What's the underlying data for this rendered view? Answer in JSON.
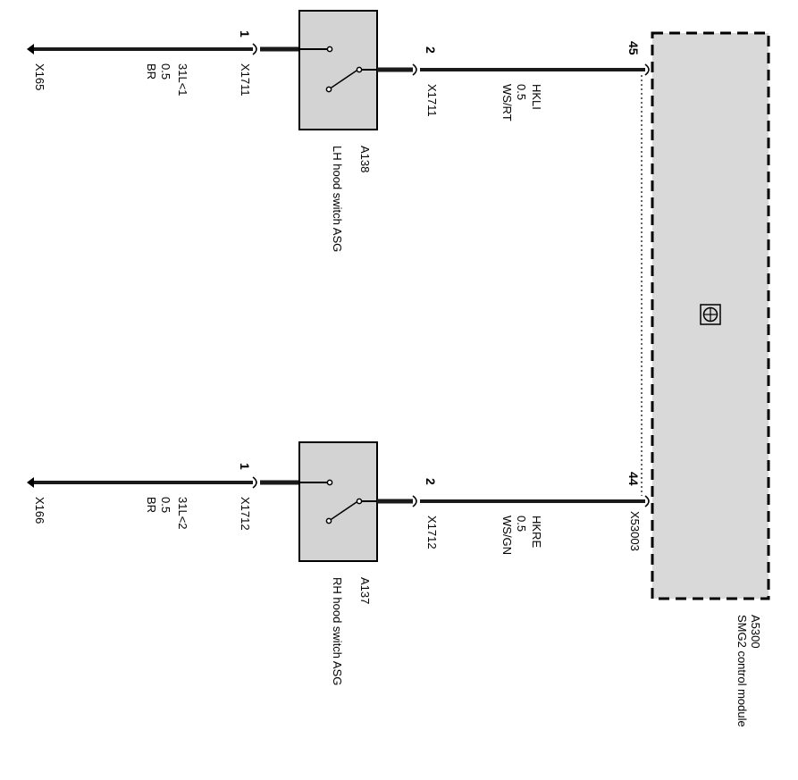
{
  "colors": {
    "wire": "#1a1a1a",
    "component_fill": "#d3d3d3",
    "module_fill": "#d9d9d9",
    "outline": "#000000"
  },
  "module": {
    "id": "A5300",
    "name": "SMG2 control module",
    "connector": "X53003",
    "icon": "bmw-roundel-icon"
  },
  "switch_lh": {
    "id": "A138",
    "name": "LH hood switch ASG",
    "pin_in": "1",
    "pin_out": "2",
    "connector": "X1711",
    "ground": {
      "terminal": "X165",
      "wire_id": "31L<1",
      "gauge": "0.5",
      "color": "BR"
    },
    "signal": {
      "wire_id": "HKLI",
      "gauge": "0.5",
      "color": "WS/RT"
    },
    "module_pin": "45"
  },
  "switch_rh": {
    "id": "A137",
    "name": "RH hood switch ASG",
    "pin_in": "1",
    "pin_out": "2",
    "connector": "X1712",
    "ground": {
      "terminal": "X166",
      "wire_id": "31L<2",
      "gauge": "0.5",
      "color": "BR"
    },
    "signal": {
      "wire_id": "HKRE",
      "gauge": "0.5",
      "color": "WS/GN"
    },
    "module_pin": "44"
  }
}
